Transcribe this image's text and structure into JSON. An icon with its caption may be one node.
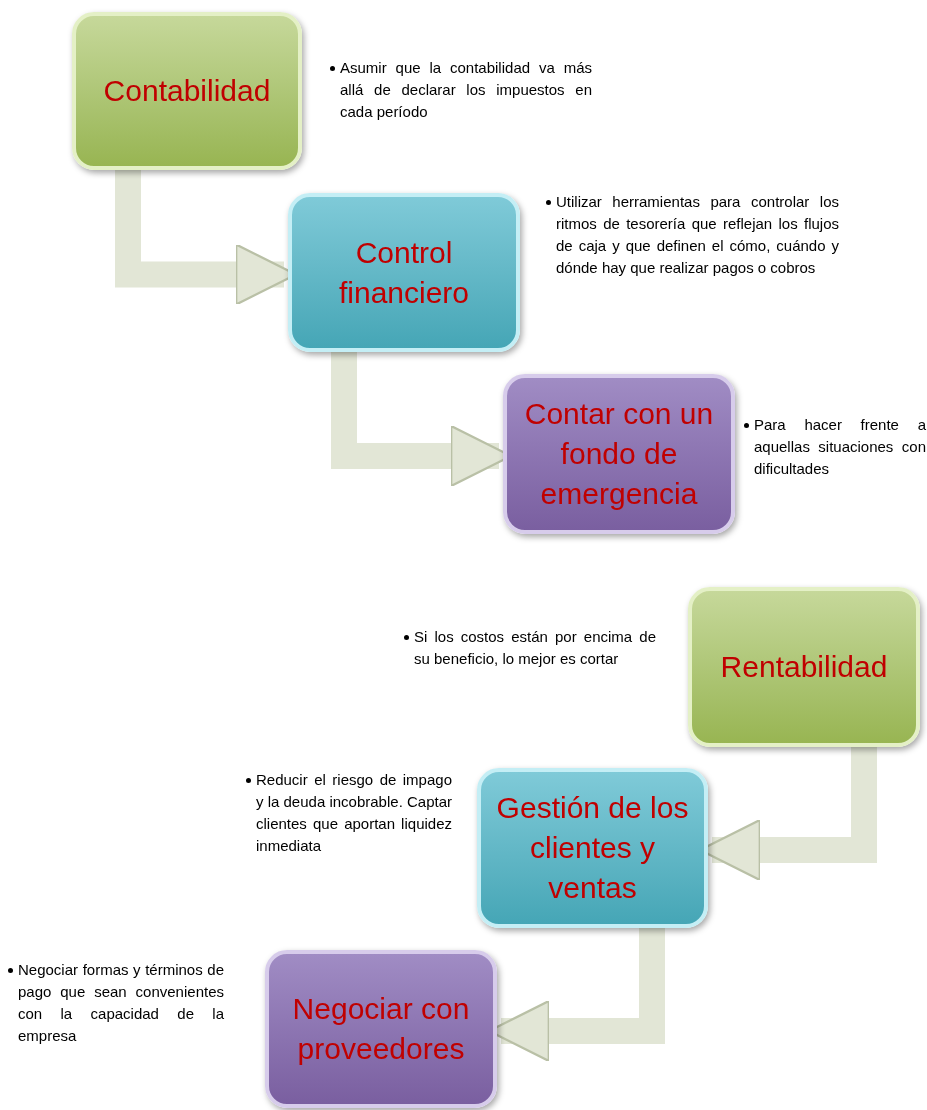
{
  "diagram": {
    "nodes": [
      {
        "text": [
          "Contabilidad"
        ],
        "beside": [
          "Asumir que la contabilidad va más allá de declarar los impuestos en cada período"
        ]
      },
      {
        "text": [
          "Control financiero"
        ],
        "beside": [
          "Utilizar herramientas para controlar los ritmos de tesorería que reflejan los flujos de caja y que definen el cómo, cuándo y dónde hay que realizar pagos o cobros"
        ]
      },
      {
        "text": [
          "Contar con un fondo de emergencia"
        ],
        "beside": [
          "Para hacer frente a aquellas situaciones con dificultades"
        ]
      },
      {
        "text": [
          "Rentabilidad"
        ],
        "beside": [
          "Si los costos están por encima de su beneficio, lo mejor es cortar"
        ]
      },
      {
        "text": [
          "Gestión de los clientes y ventas"
        ],
        "beside": [
          "Reducir el riesgo de impago y la deuda incobrable. Captar clientes que aportan liquidez inmediata"
        ]
      },
      {
        "text": [
          "Negociar con proveedores"
        ],
        "beside": [
          "Negociar formas y términos de pago que sean convenientes con la capacidad de la empresa"
        ]
      }
    ],
    "edges": [
      {
        "from": 0,
        "to": 1,
        "arrow": "to"
      },
      {
        "from": 1,
        "to": 2,
        "arrow": "to"
      },
      {
        "from": 3,
        "to": 4,
        "arrow": "to"
      },
      {
        "from": 4,
        "to": 5,
        "arrow": "to"
      }
    ]
  }
}
